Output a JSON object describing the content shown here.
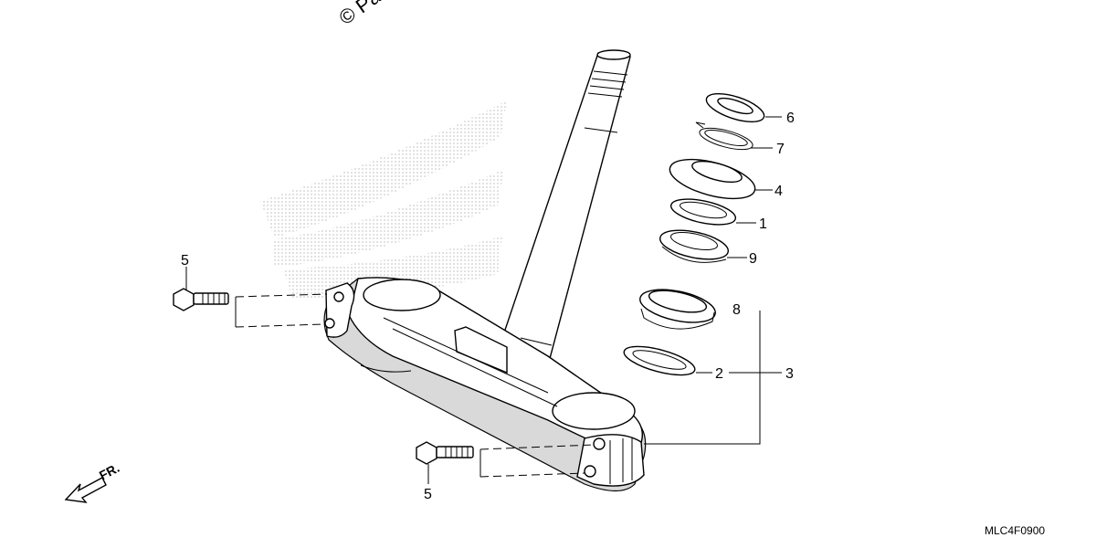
{
  "watermark": "© Pa",
  "diagram_code": "MLC4F0900",
  "direction_label": "FR.",
  "callouts": {
    "c1": "1",
    "c2": "2",
    "c3": "3",
    "c4": "4",
    "c5a": "5",
    "c5b": "5",
    "c6": "6",
    "c7": "7",
    "c8": "8",
    "c9": "9"
  },
  "icons": {
    "direction_arrow": "arrow-front-icon"
  }
}
